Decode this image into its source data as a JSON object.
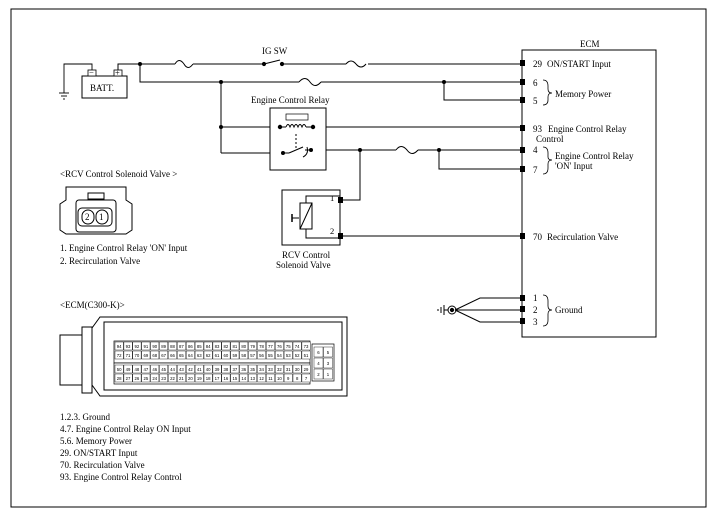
{
  "ecm": {
    "title": "ECM",
    "pins": [
      {
        "num": "29",
        "label": "ON/START Input"
      },
      {
        "num": "6",
        "label": ""
      },
      {
        "num": "5",
        "label": ""
      },
      {
        "num": "93",
        "label": "Engine Control Relay"
      },
      {
        "num": "4",
        "label": ""
      },
      {
        "num": "7",
        "label": ""
      },
      {
        "num": "70",
        "label": "Recirculation Valve"
      },
      {
        "num": "1",
        "label": ""
      },
      {
        "num": "2",
        "label": ""
      },
      {
        "num": "3",
        "label": ""
      }
    ],
    "memory_power": "Memory Power",
    "ecr_control_line2": "Control",
    "relay_on_line1": "Engine Control Relay",
    "relay_on_line2": "'ON' Input",
    "ground": "Ground"
  },
  "wiring": {
    "battery_label": "BATT.",
    "ig_sw_label": "IG SW",
    "relay_title": "Engine Control Relay",
    "rcv_title_line1": "RCV Control",
    "rcv_title_line2": "Solenoid Valve",
    "rcv_pin1": "1",
    "rcv_pin2": "2"
  },
  "rcv_connector": {
    "header": "<RCV Control Solenoid Valve   >",
    "cavities": [
      "2",
      "1"
    ],
    "legend": [
      "1. Engine Control Relay 'ON' Input",
      "2. Recirculation Valve"
    ]
  },
  "ecm_connector": {
    "header": "<ECM(C300-K)>",
    "rows": [
      [
        "94",
        "93",
        "92",
        "91",
        "90",
        "89",
        "88",
        "87",
        "86",
        "85",
        "84",
        "83",
        "82",
        "81",
        "80",
        "79",
        "78",
        "77",
        "76",
        "75",
        "74",
        "73"
      ],
      [
        "72",
        "71",
        "70",
        "69",
        "68",
        "67",
        "66",
        "65",
        "64",
        "63",
        "62",
        "61",
        "60",
        "59",
        "58",
        "57",
        "56",
        "55",
        "54",
        "53",
        "52",
        "51"
      ],
      [
        "50",
        "49",
        "48",
        "47",
        "46",
        "45",
        "44",
        "43",
        "42",
        "41",
        "40",
        "39",
        "38",
        "37",
        "36",
        "35",
        "34",
        "33",
        "32",
        "31",
        "30",
        "29"
      ],
      [
        "28",
        "27",
        "26",
        "25",
        "24",
        "23",
        "22",
        "21",
        "20",
        "19",
        "18",
        "17",
        "16",
        "15",
        "14",
        "13",
        "12",
        "11",
        "10",
        "9",
        "8",
        "7"
      ]
    ],
    "side_rows": [
      [
        "6",
        "5"
      ],
      [
        "4",
        "3"
      ],
      [
        "2",
        "1"
      ]
    ],
    "legend": [
      "1.2.3.  Ground",
      "4.7. Engine Control Relay ON Input",
      "5.6.  Memory Power",
      "29.  ON/START Input",
      "70. Recirculation Valve",
      "93.  Engine Control Relay Control"
    ]
  }
}
